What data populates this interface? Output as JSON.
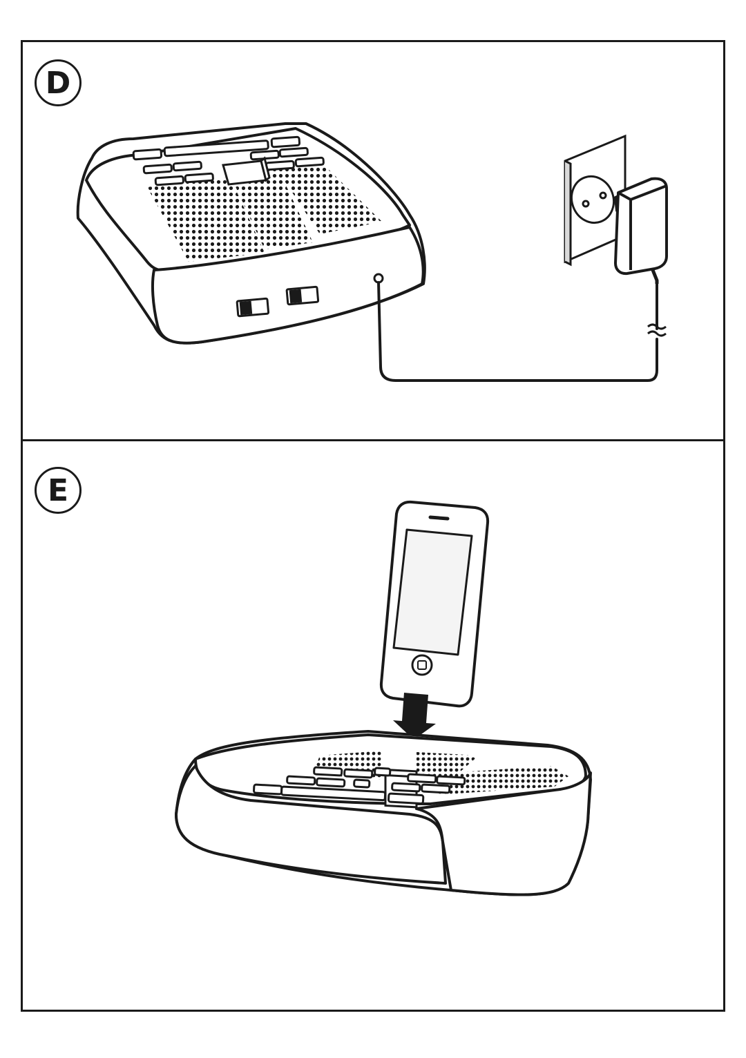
{
  "steps": [
    {
      "letter": "D",
      "action": "connect-power-adapter"
    },
    {
      "letter": "E",
      "action": "dock-phone"
    }
  ],
  "colors": {
    "ink": "#1a1a1a",
    "paper": "#ffffff",
    "screen": "#f4f4f4"
  },
  "icons": [
    "speaker-dock",
    "dock-connector",
    "wall-socket",
    "power-adapter",
    "power-cable",
    "switch",
    "dc-in-jack",
    "phone",
    "down-arrow"
  ]
}
